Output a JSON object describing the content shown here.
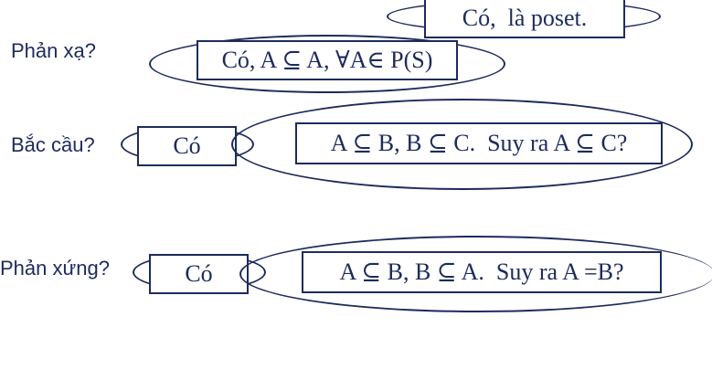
{
  "colors": {
    "ink": "#1d2b5c",
    "background": "#ffffff"
  },
  "conclusion": {
    "text": "Có,  là poset."
  },
  "rows": [
    {
      "question": "Phản xạ?",
      "answer": "Có, A ⊆ A, ∀A∈ P(S)"
    },
    {
      "question": "Bắc cầu?",
      "answer": "Có",
      "reason": "A ⊆ B, B ⊆ C.  Suy ra A ⊆ C?"
    },
    {
      "question": "Phản xứng?",
      "answer": "Có",
      "reason": "A ⊆ B, B ⊆ A.  Suy ra A =B?"
    }
  ]
}
